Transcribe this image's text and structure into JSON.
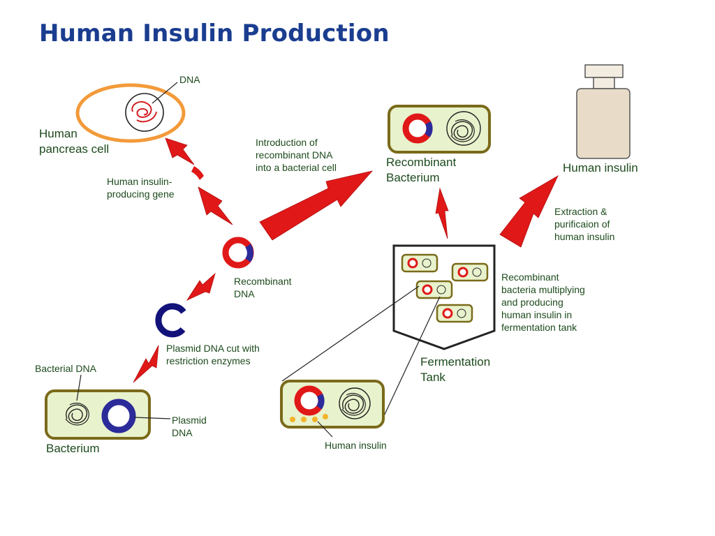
{
  "title": "Human Insulin Production",
  "colors": {
    "title": "#1a3d8f",
    "label": "#1c4a1c",
    "arrow": "#e01818",
    "plasmid_red": "#e01818",
    "plasmid_blue": "#2b2b9a",
    "cell_fill": "#e8f2cc",
    "cell_border": "#7a6a1a",
    "pancreas_border": "#f39a3a",
    "insulin_dot": "#f4b32a",
    "bottle": "#e8dcc8"
  },
  "labels": {
    "dna": "DNA",
    "human_pancreas_cell": "Human\npancreas cell",
    "insulin_gene": "Human insulin-\nproducing gene",
    "recombinant_dna": "Recombinant\nDNA",
    "plasmid_cut": "Plasmid DNA cut with\nrestriction enzymes",
    "bacterial_dna": "Bacterial DNA",
    "plasmid_dna": "Plasmid\nDNA",
    "bacterium": "Bacterium",
    "introduction": "Introduction of\nrecombinant DNA\ninto a bacterial cell",
    "recombinant_bacterium": "Recombinant\nBacterium",
    "human_insulin_product": "Human insulin",
    "extraction": "Extraction &\npurificaion of\nhuman insulin",
    "multiplying": "Recombinant\nbacteria multiplying\nand producing\nhuman insulin in\nfermentation tank",
    "fermentation_tank": "Fermentation\nTank",
    "human_insulin_zoom": "Human insulin"
  }
}
